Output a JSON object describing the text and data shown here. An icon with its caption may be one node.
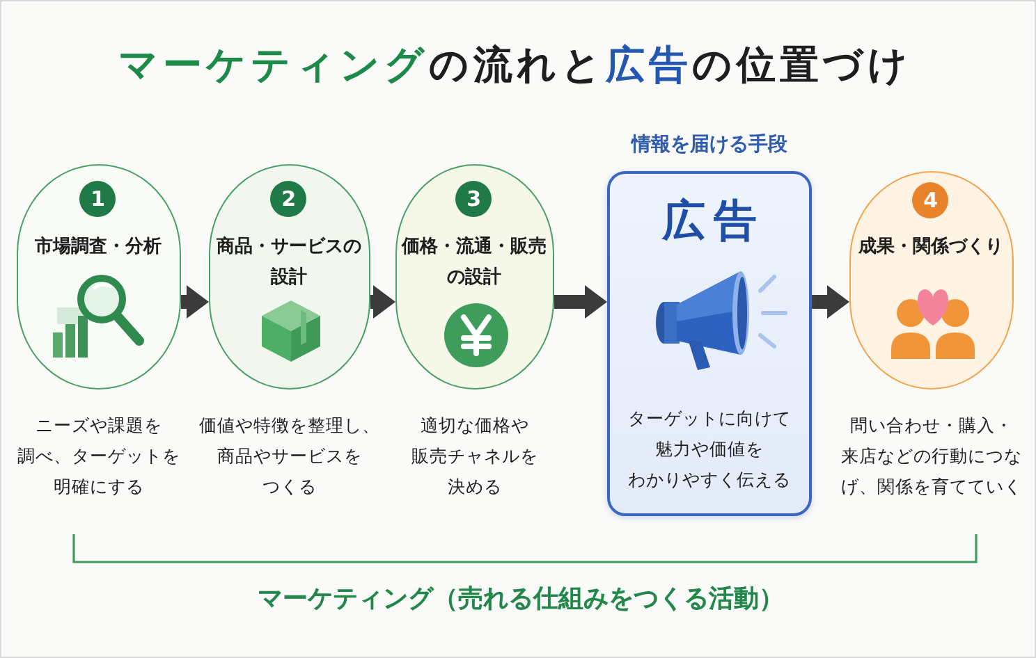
{
  "diagram": {
    "title": "**マーケティング**の流れと**広告**の位置づけ",
    "nodes": [
      {
        "text": [
          "1",
          "市場調査・分析"
        ],
        "beside": [
          "ニーズや課題を調べ、ターゲットを明確にする"
        ]
      },
      {
        "text": [
          "2",
          "商品・サービスの設計"
        ],
        "beside": [
          "価値や特徴を整理し、商品やサービスをつくる"
        ]
      },
      {
        "text": [
          "3",
          "価格・流通・販売の設計"
        ],
        "beside": [
          "適切な価格や販売チャネルを決める"
        ]
      },
      {
        "text": [
          "情報を届ける手段",
          "広告",
          "ターゲットに向けて魅力や価値をわかりやすく伝える"
        ]
      },
      {
        "text": [
          "4",
          "成果・関係づくり"
        ],
        "beside": [
          "問い合わせ・購入・来店などの行動につなげ、関係を育てていく"
        ]
      }
    ],
    "edges": [
      {
        "from": 0,
        "to": 1,
        "arrow": "to"
      },
      {
        "from": 1,
        "to": 2,
        "arrow": "to"
      },
      {
        "from": 2,
        "to": 3,
        "arrow": "to"
      },
      {
        "from": 3,
        "to": 4,
        "arrow": "to"
      }
    ],
    "labels": [
      "マーケティング（売れる仕組みをつくる活動）"
    ]
  }
}
